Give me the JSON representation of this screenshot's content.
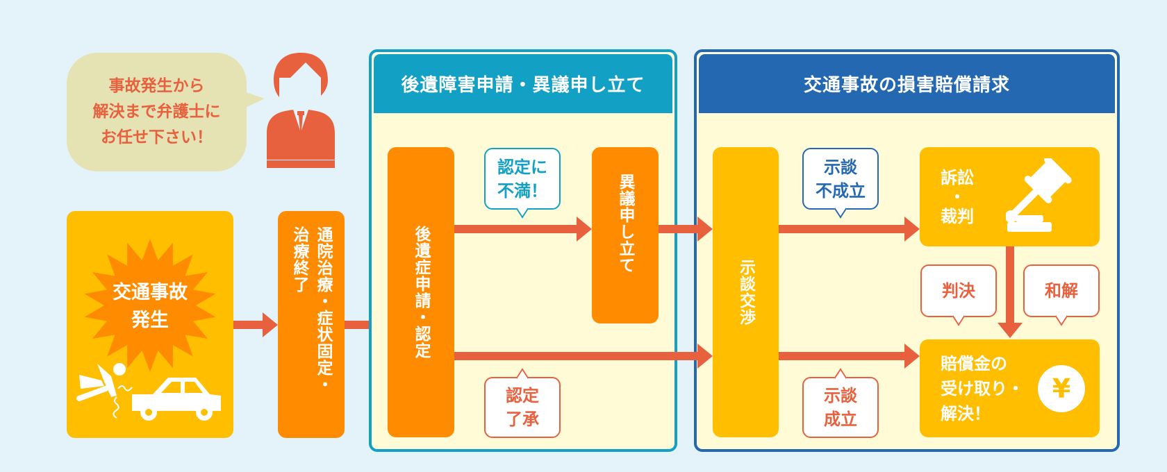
{
  "colors": {
    "background": "#e4f3f9",
    "orange": "#ff8c00",
    "yellow": "#ffbe00",
    "arrow": "#e8613e",
    "teal": "#12a0c4",
    "blue": "#2468b2",
    "panel_fill": "#fffbd6",
    "speech_fill": "#e5e2b3"
  },
  "intro": {
    "speech": "事故発生から\n解決まで弁護士に\nお任せ下さい！",
    "avatar_icon": "lawyer-icon"
  },
  "start": {
    "accident_label": "交通事故\n発生",
    "accident_icons": [
      "burst-icon",
      "falling-person-icon",
      "car-icon"
    ],
    "treatment_label": "通院治療・症状固定・\n治療終了"
  },
  "section1": {
    "title": "後遺障害申請・異議申し立て",
    "application_box": "後遺症申請・認定",
    "objection_box": "異議申し立て",
    "bubble_dissatisfied": "認定に\n不満！",
    "bubble_accepted": "認定\n了承"
  },
  "section2": {
    "title": "交通事故の損害賠償請求",
    "negotiation_box": "示談交渉",
    "bubble_failed": "示談\n不成立",
    "bubble_settled": "示談\n成立",
    "lawsuit_box": "訴訟\n・\n裁判",
    "lawsuit_icon": "gavel-icon",
    "bubble_judgment": "判決",
    "bubble_reconciliation": "和解",
    "result_box": "賠償金の\n受け取り・\n解決！",
    "result_icon_glyph": "¥"
  }
}
